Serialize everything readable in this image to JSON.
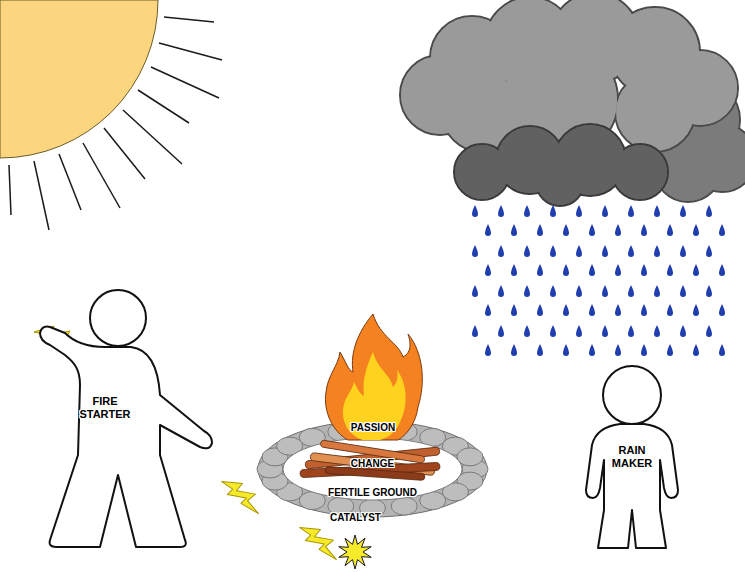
{
  "diagram": {
    "nodes": [
      {
        "text": [
          "FIRE STARTER"
        ]
      },
      {
        "text": [
          "FERTILE GROUND"
        ]
      },
      {
        "text": [
          "PASSION"
        ],
        "in": 1
      },
      {
        "text": [
          "CHANGE"
        ],
        "in": 1
      },
      {
        "text": [
          "RAIN MAKER"
        ]
      },
      {
        "text": [
          "CATALYST"
        ]
      }
    ]
  }
}
